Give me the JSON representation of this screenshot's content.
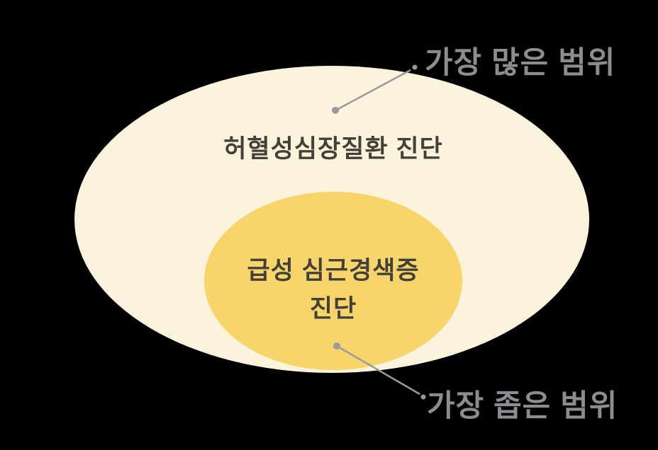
{
  "venn": {
    "outer_label": "허혈성심장질환 진단",
    "inner_label_line1": "급성 심근경색증",
    "inner_label_line2": "진단",
    "top_annotation": "가장 많은 범위",
    "bottom_annotation": "가장 좁은 범위"
  },
  "colors": {
    "background": "#000000",
    "outer_ellipse": "#FBF3DB",
    "inner_ellipse": "#F8D56B",
    "label_text": "#43403A",
    "annotation_text": "#8B8E91",
    "leader_line": "#97999B"
  }
}
